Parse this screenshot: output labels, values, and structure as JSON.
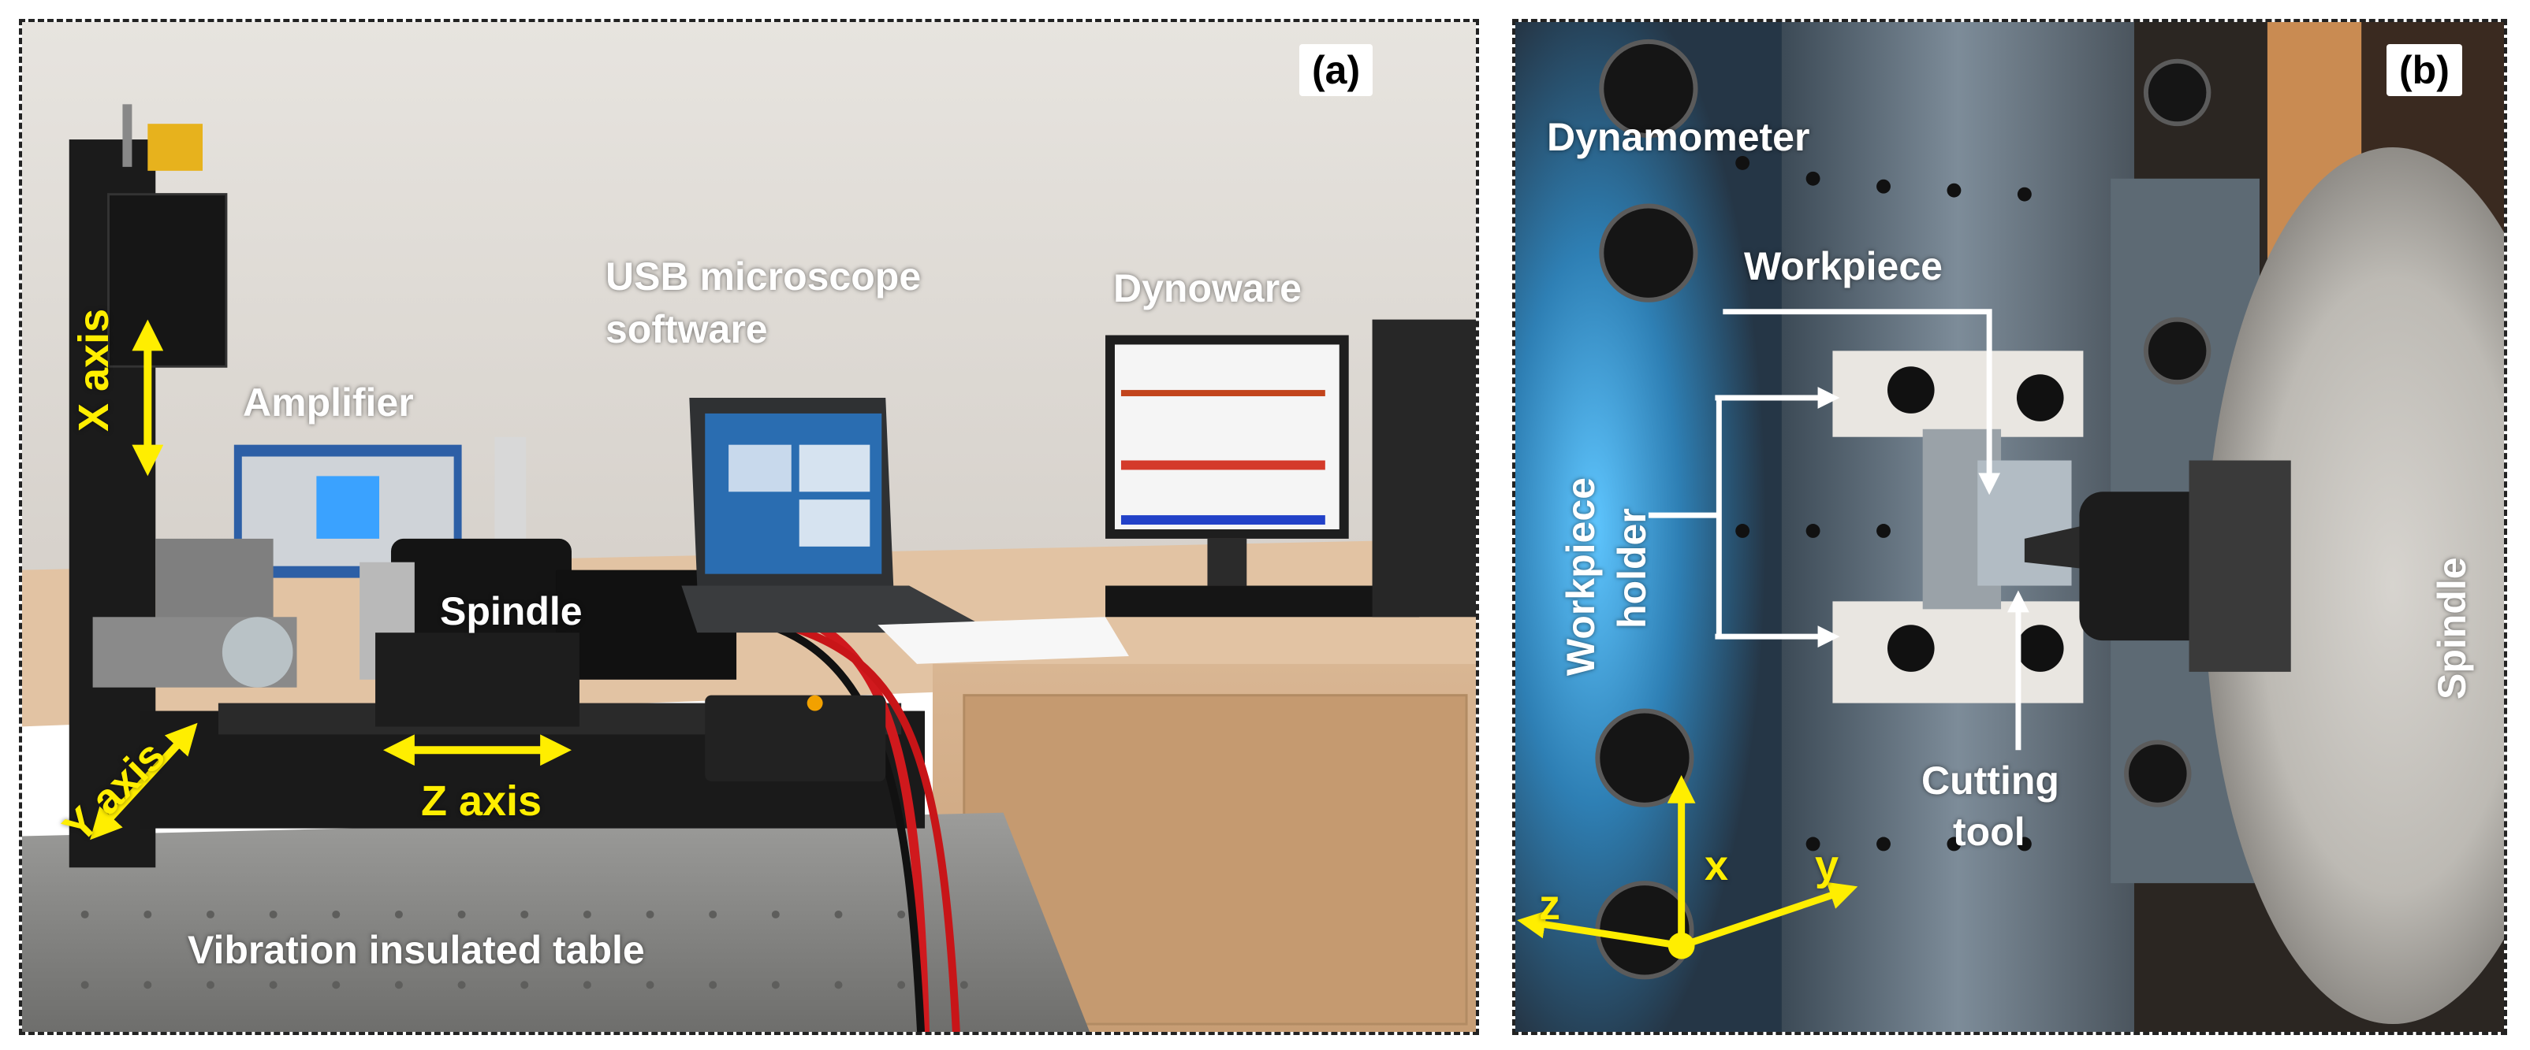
{
  "panel_a": {
    "panel_label": "(a)",
    "labels": {
      "x_axis": "X axis",
      "amplifier": "Amplifier",
      "usb_microscope_line1": "USB microscope",
      "usb_microscope_line2": "software",
      "dynoware": "Dynoware",
      "spindle": "Spindle",
      "y_axis": "Y axis",
      "z_axis": "Z axis",
      "vibration_table": "Vibration insulated table"
    }
  },
  "panel_b": {
    "panel_label": "(b)",
    "labels": {
      "dynamometer": "Dynamometer",
      "workpiece": "Workpiece",
      "workpiece_holder_line1": "Workpiece",
      "workpiece_holder_line2": "holder",
      "cutting_tool_line1": "Cutting",
      "cutting_tool_line2": "tool",
      "spindle": "Spindle",
      "axis_x": "x",
      "axis_y": "y",
      "axis_z": "z"
    }
  },
  "colors": {
    "annotation_yellow": "#ffee00",
    "annotation_white": "#ffffff",
    "frame": "#222222"
  }
}
